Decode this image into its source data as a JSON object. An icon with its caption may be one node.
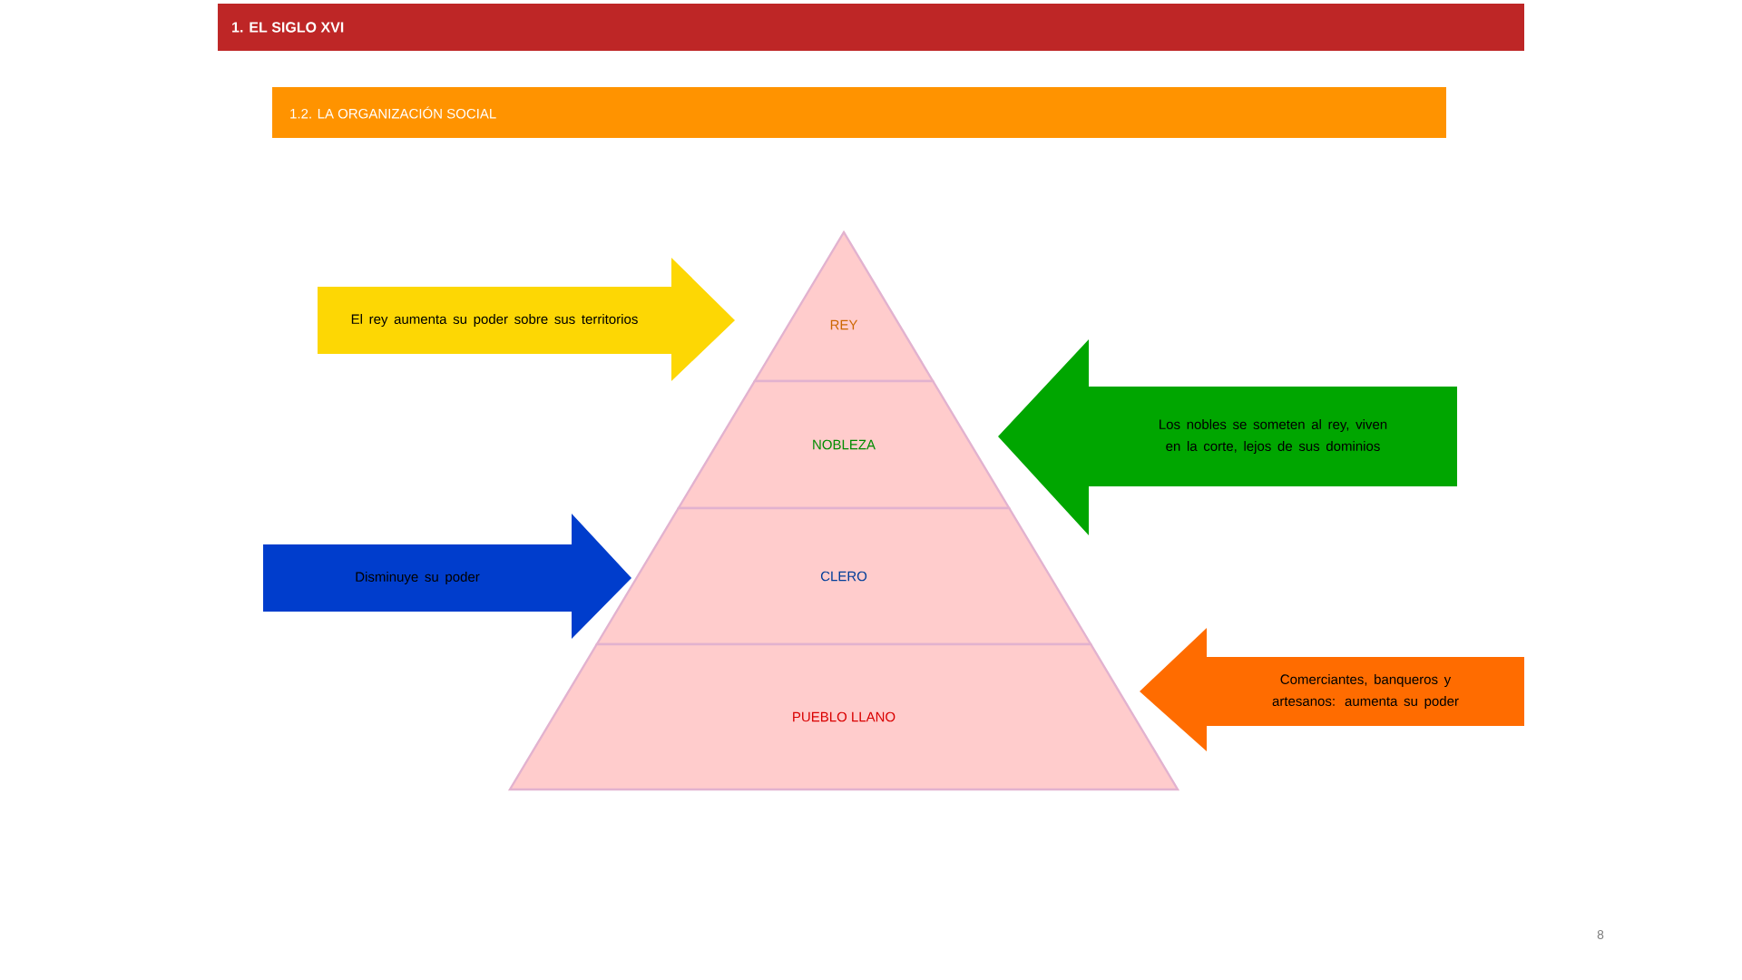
{
  "diagram": {
    "title": "1. EL SIGLO XVI",
    "nodes": [
      {
        "text": [
          "1.2. LA ORGANIZACIÓN SOCIAL"
        ]
      },
      {
        "text": [
          "REY"
        ]
      },
      {
        "text": [
          "NOBLEZA"
        ]
      },
      {
        "text": [
          "CLERO"
        ]
      },
      {
        "text": [
          "PUEBLO LLANO"
        ]
      },
      {
        "text": [
          "El rey aumenta su poder sobre sus territorios"
        ]
      },
      {
        "text": [
          "Los nobles se someten al rey, viven en la corte, lejos de sus dominios"
        ]
      },
      {
        "text": [
          "Disminuye su poder"
        ]
      },
      {
        "text": [
          "Comerciantes, banqueros y artesanos: aumenta su poder"
        ]
      }
    ],
    "labels": [
      "8"
    ]
  }
}
